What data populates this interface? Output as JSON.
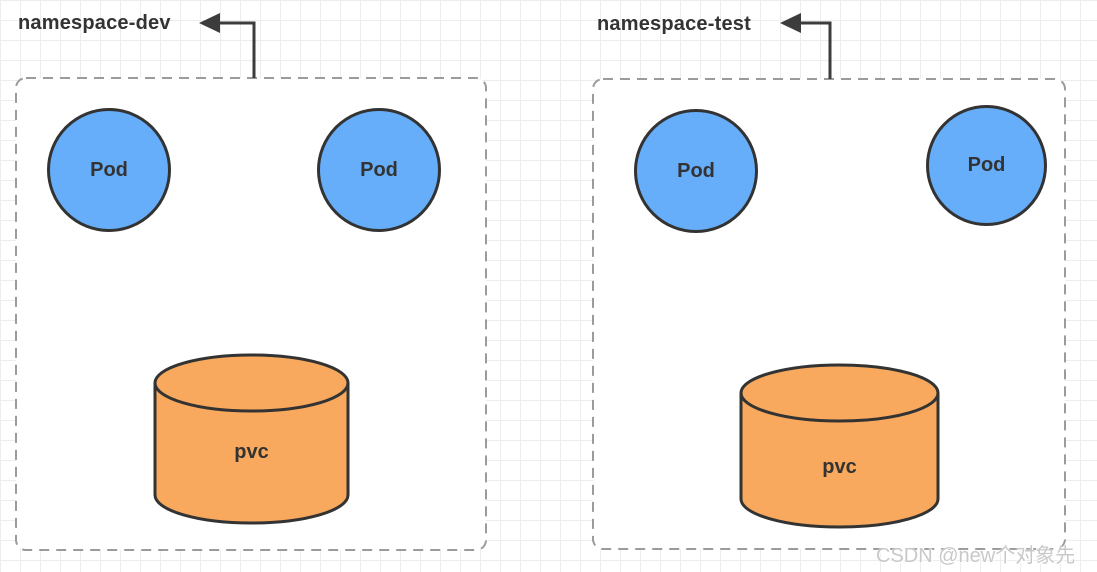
{
  "diagram": {
    "type": "kubernetes-namespace-diagram",
    "namespaces": [
      {
        "label": "namespace-dev",
        "pods": [
          {
            "label": "Pod"
          },
          {
            "label": "Pod"
          }
        ],
        "pvc": {
          "label": "pvc"
        }
      },
      {
        "label": "namespace-test",
        "pods": [
          {
            "label": "Pod"
          },
          {
            "label": "Pod"
          }
        ],
        "pvc": {
          "label": "pvc"
        }
      }
    ]
  },
  "watermark": {
    "text": "CSDN @new个对象先"
  },
  "colors": {
    "pod_fill": "#66AEFA",
    "pod_stroke": "#333333",
    "pvc_fill": "#F8A95D",
    "pvc_stroke": "#333333",
    "box_border": "#9b9b9b",
    "box_fill": "#ffffff",
    "arrow": "#3c3c3c",
    "label_text": "#333333",
    "grid_line": "#ededed",
    "watermark_text": "#c9c9c9"
  }
}
